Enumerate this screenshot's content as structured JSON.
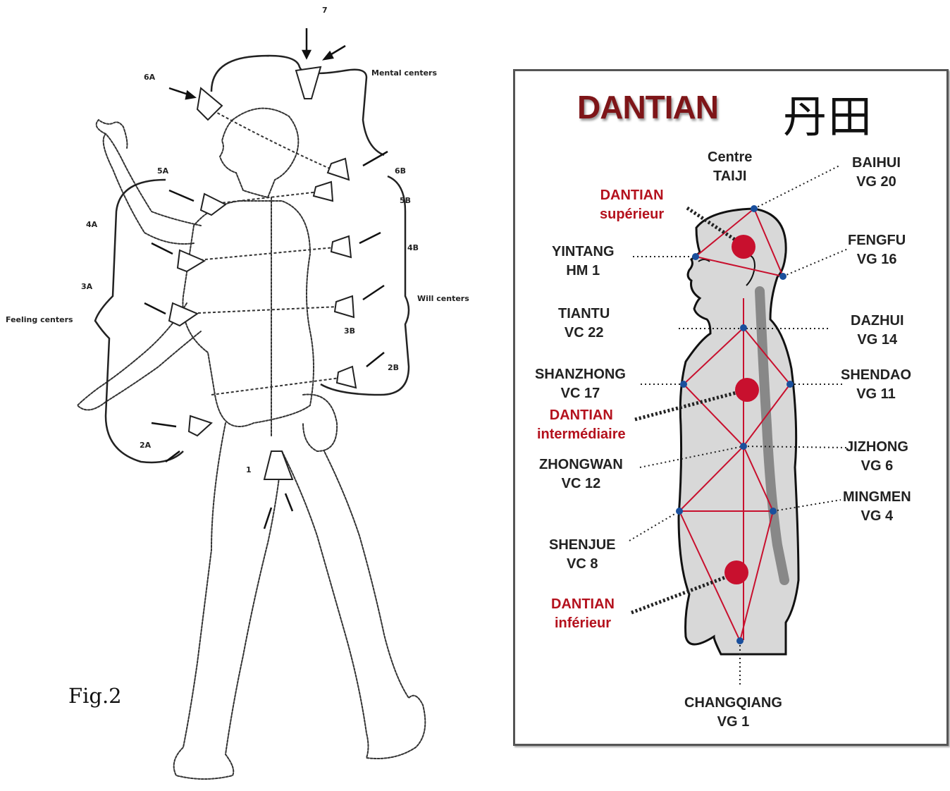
{
  "left_figure": {
    "labels": {
      "mental_centers": "Mental centers",
      "will_centers": "Will centers",
      "feeling_centers": "Feeling centers",
      "c7": "7",
      "c6a": "6A",
      "c6b": "6B",
      "c5a": "5A",
      "c5b": "5B",
      "c4a": "4A",
      "c4b": "4B",
      "c3a": "3A",
      "c3b": "3B",
      "c2a": "2A",
      "c2b": "2B",
      "c1": "1"
    },
    "caption": "Fig.2"
  },
  "panel": {
    "title": "DANTIAN",
    "chinese": "丹田",
    "points": {
      "centre_taiji": [
        "Centre",
        "TAIJI"
      ],
      "baihui": [
        "BAIHUI",
        "VG 20"
      ],
      "dantian_superieur": [
        "DANTIAN",
        "supérieur"
      ],
      "fengfu": [
        "FENGFU",
        "VG 16"
      ],
      "yintang": [
        "YINTANG",
        "HM 1"
      ],
      "tiantu": [
        "TIANTU",
        "VC 22"
      ],
      "dazhui": [
        "DAZHUI",
        "VG 14"
      ],
      "shanzhong": [
        "SHANZHONG",
        "VC 17"
      ],
      "shendao": [
        "SHENDAO",
        "VG 11"
      ],
      "dantian_intermediaire": [
        "DANTIAN",
        "intermédiaire"
      ],
      "jizhong": [
        "JIZHONG",
        "VG 6"
      ],
      "zhongwan": [
        "ZHONGWAN",
        "VC 12"
      ],
      "mingmen": [
        "MINGMEN",
        "VG 4"
      ],
      "shenjue": [
        "SHENJUE",
        "VC 8"
      ],
      "dantian_inferieur": [
        "DANTIAN",
        "inférieur"
      ],
      "changqiang": [
        "CHANGQIANG",
        "VG 1"
      ]
    },
    "colors": {
      "title": "#7e1518",
      "dantian_red": "#b4111d",
      "meridian_line": "#c8102e",
      "point_blue": "#1a4f9c",
      "body_fill": "#d8d8d8"
    }
  }
}
